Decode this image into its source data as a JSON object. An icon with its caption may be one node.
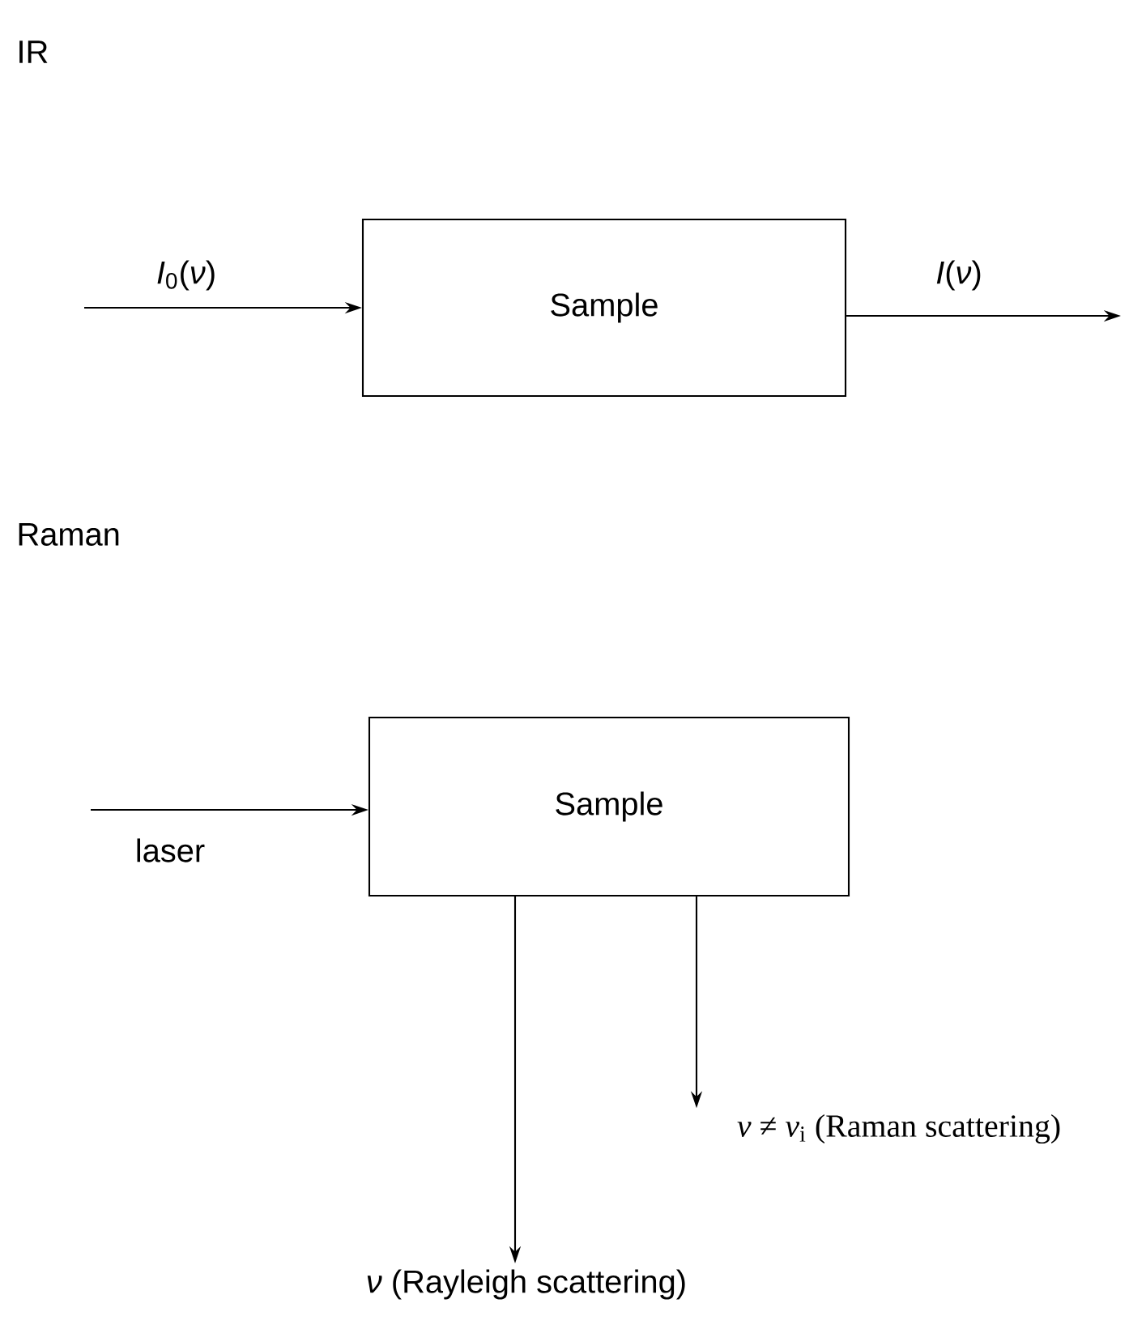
{
  "diagram": {
    "nodes": [
      {
        "text": [
          "Sample"
        ]
      },
      {
        "text": [
          "Sample"
        ]
      },
      {
        "text": [
          "*ν* ≠ *ν*$_{i}$ (Raman scattering)"
        ]
      },
      {
        "text": [
          "*ν* (Rayleigh scattering)"
        ]
      }
    ],
    "edges": [
      {
        "from": null,
        "to": 0,
        "arrow": "to",
        "label": "*I*$_{0}$(*ν*)"
      },
      {
        "from": 0,
        "to": null,
        "arrow": "to",
        "label": "*I*(*ν*)"
      },
      {
        "from": null,
        "to": 1,
        "arrow": "to",
        "label": "laser"
      },
      {
        "from": 1,
        "to": 2,
        "arrow": "to"
      },
      {
        "from": 1,
        "to": 3,
        "arrow": "to"
      }
    ],
    "labels": [
      "IR",
      "Raman"
    ]
  }
}
